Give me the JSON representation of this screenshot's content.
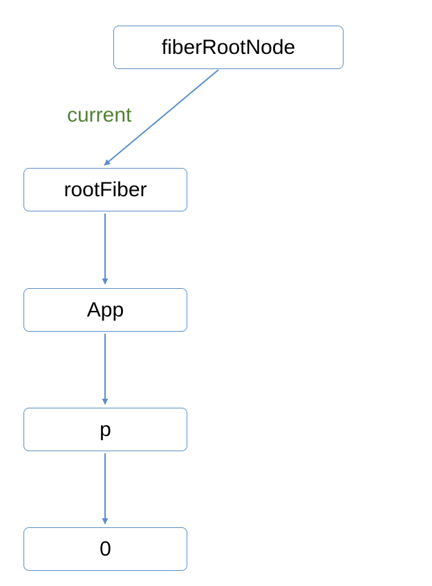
{
  "diagram": {
    "nodes": {
      "fiber_root_node": "fiberRootNode",
      "root_fiber": "rootFiber",
      "app": "App",
      "p": "p",
      "zero": "0"
    },
    "edges": [
      {
        "from": "fiberRootNode",
        "to": "rootFiber",
        "label": "current"
      },
      {
        "from": "rootFiber",
        "to": "App",
        "label": ""
      },
      {
        "from": "App",
        "to": "p",
        "label": ""
      },
      {
        "from": "p",
        "to": "0",
        "label": ""
      }
    ],
    "edge_labels": {
      "current": "current"
    },
    "colors": {
      "node_border": "#5b8fc9",
      "edge": "#5b8fc9",
      "edge_label": "#548235"
    }
  }
}
